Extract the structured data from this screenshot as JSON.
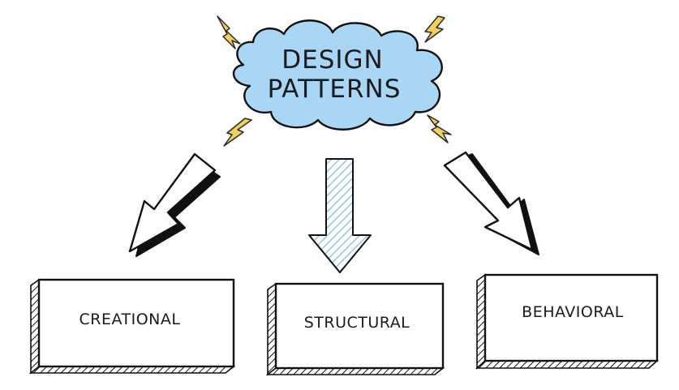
{
  "diagram": {
    "root": {
      "line1": "DESIGN",
      "line2": "PATTERNS"
    },
    "categories": [
      "CREATIONAL",
      "STRUCTURAL",
      "BEHAVIORAL"
    ]
  },
  "colors": {
    "cloud_fill": "#a9d6f5",
    "outline": "#111111",
    "lightning": "#f3d05c",
    "structural_arrow": "#9fd0ee",
    "box_fill": "#ffffff"
  }
}
